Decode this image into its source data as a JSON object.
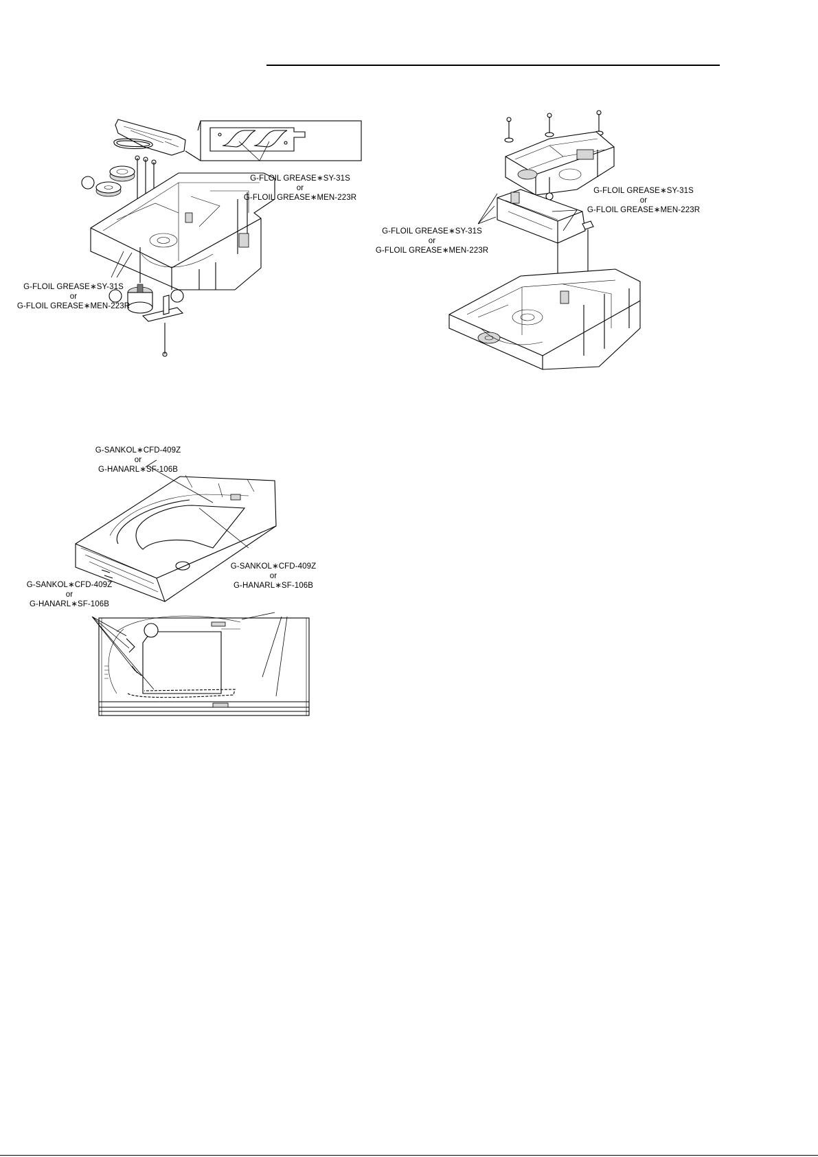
{
  "labels": {
    "fig1_top": {
      "line1": "G-FLOIL GREASE∗SY-31S",
      "line2": "or",
      "line3": "G-FLOIL GREASE∗MEN-223R"
    },
    "fig1_left": {
      "line1": "G-FLOIL GREASE∗SY-31S",
      "line2": "or",
      "line3": "G-FLOIL GREASE∗MEN-223R"
    },
    "fig2_right": {
      "line1": "G-FLOIL GREASE∗SY-31S",
      "line2": "or",
      "line3": "G-FLOIL GREASE∗MEN-223R"
    },
    "fig2_left": {
      "line1": "G-FLOIL GREASE∗SY-31S",
      "line2": "or",
      "line3": "G-FLOIL GREASE∗MEN-223R"
    },
    "fig3_top": {
      "line1": "G-SANKOL∗CFD-409Z",
      "line2": "or",
      "line3": "G-HANARL∗SF-106B"
    },
    "fig3_right": {
      "line1": "G-SANKOL∗CFD-409Z",
      "line2": "or",
      "line3": "G-HANARL∗SF-106B"
    },
    "fig3_left": {
      "line1": "G-SANKOL∗CFD-409Z",
      "line2": "or",
      "line3": "G-HANARL∗SF-106B"
    }
  }
}
